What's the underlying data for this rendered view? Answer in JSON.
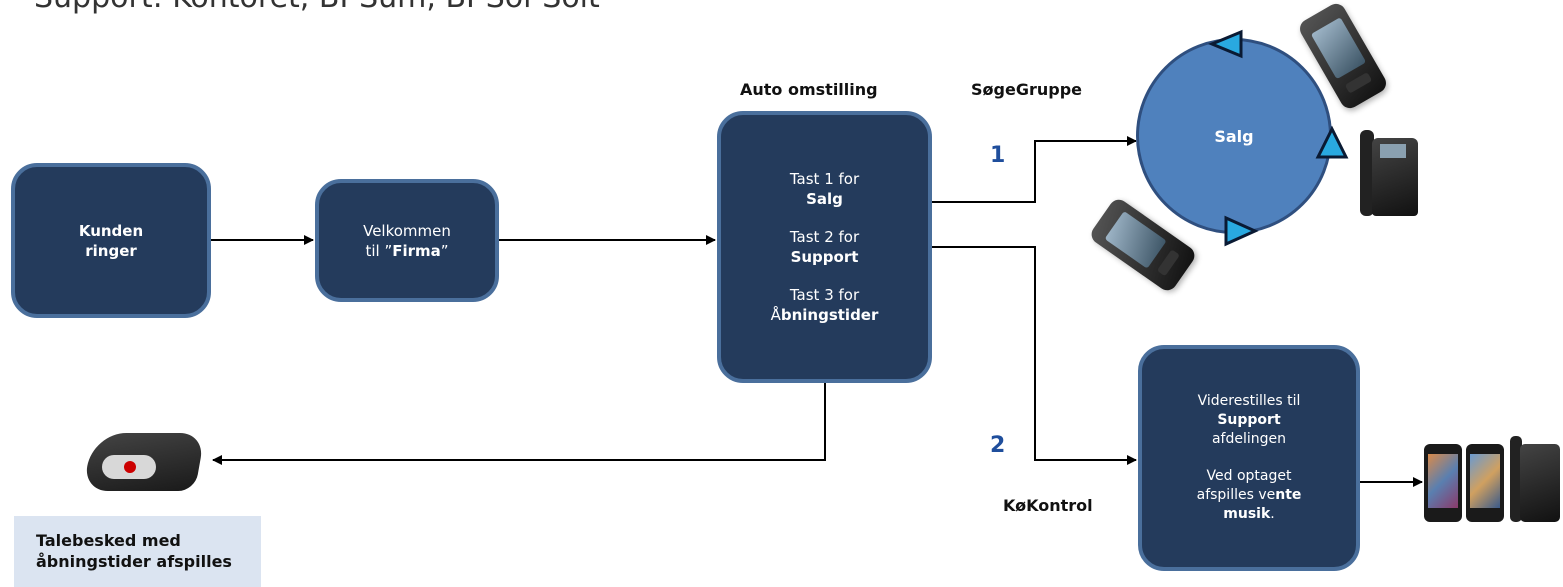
{
  "header": {
    "title": "Support: Kontoret, BI-Sum, BI-Sol-Solt"
  },
  "nodes": {
    "kunden": {
      "line1": "Kunden",
      "line2": "ringer"
    },
    "velkommen": {
      "line1": "Velkommen",
      "line2_pre": "til ”",
      "line2_bold": "Firma",
      "line2_post": "”"
    },
    "auto": {
      "heading": "Auto omstilling",
      "opt1_text": "Tast 1 for",
      "opt1_bold": "Salg",
      "opt2_text": "Tast 2 for",
      "opt2_bold": "Support",
      "opt3_text": "Tast 3 for",
      "opt3_pre": "Å",
      "opt3_bold": "bningstider"
    },
    "salg": {
      "group_label": "SøgeGruppe",
      "label": "Salg",
      "number": "1"
    },
    "support": {
      "number": "2",
      "queue_label": "KøKontrol",
      "l1": "Viderestilles  til",
      "l2_bold": "Support",
      "l3": "afdelingen",
      "l4": "Ved optaget",
      "l5_pre": "afspilles ve",
      "l5_bold": "nte",
      "l6_bold": "musik",
      "l6_post": "."
    },
    "talebesked": {
      "line1": "Talebesked med",
      "line2": "åbningstider afspilles"
    }
  },
  "colors": {
    "box_fill": "#243b5c",
    "box_border": "#4a6f9c",
    "circle_fill": "#4f81bd",
    "triangle": "#29a9e0",
    "note_bg": "#dbe4f1"
  },
  "icons": [
    "smartphone-icon",
    "desk-phone-icon",
    "answering-machine-icon",
    "phone-group-icon"
  ]
}
